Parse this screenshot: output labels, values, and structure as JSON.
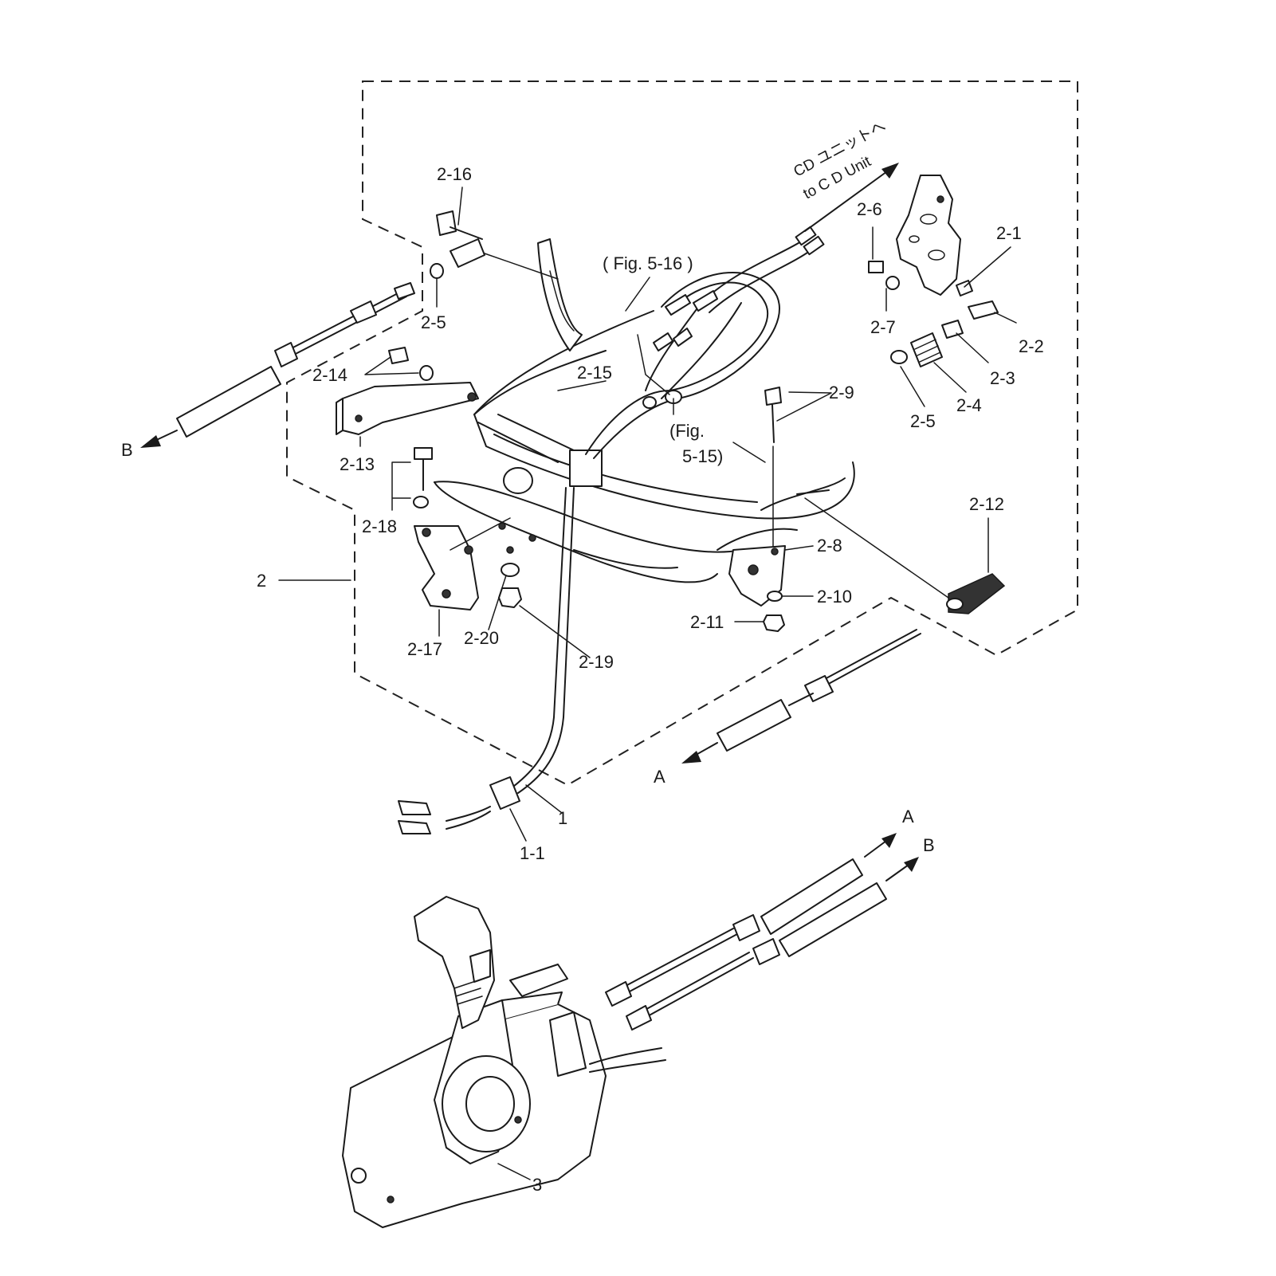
{
  "callouts": {
    "c2_16": "2-16",
    "c2_5a": "2-5",
    "c2_14": "2-14",
    "c2_13": "2-13",
    "c2_18": "2-18",
    "c2": "2",
    "c2_17": "2-17",
    "c2_20": "2-20",
    "c2_19": "2-19",
    "c2_15": "2-15",
    "fig516": "( Fig. 5-16 )",
    "fig515a": "(Fig.",
    "fig515b": "5-15)",
    "c2_6": "2-6",
    "c2_1": "2-1",
    "c2_7": "2-7",
    "c2_2": "2-2",
    "c2_3": "2-3",
    "c2_9": "2-9",
    "c2_4": "2-4",
    "c2_5b": "2-5",
    "c2_12": "2-12",
    "c2_8": "2-8",
    "c2_10": "2-10",
    "c2_11": "2-11",
    "c1": "1",
    "c1_1": "1-1",
    "c3": "3"
  },
  "arrows": {
    "a_left": "A",
    "b_left": "B",
    "a_right": "A",
    "b_right": "B"
  },
  "cd_unit": {
    "jp": "CD ユニットへ",
    "en": "to C D Unit"
  }
}
